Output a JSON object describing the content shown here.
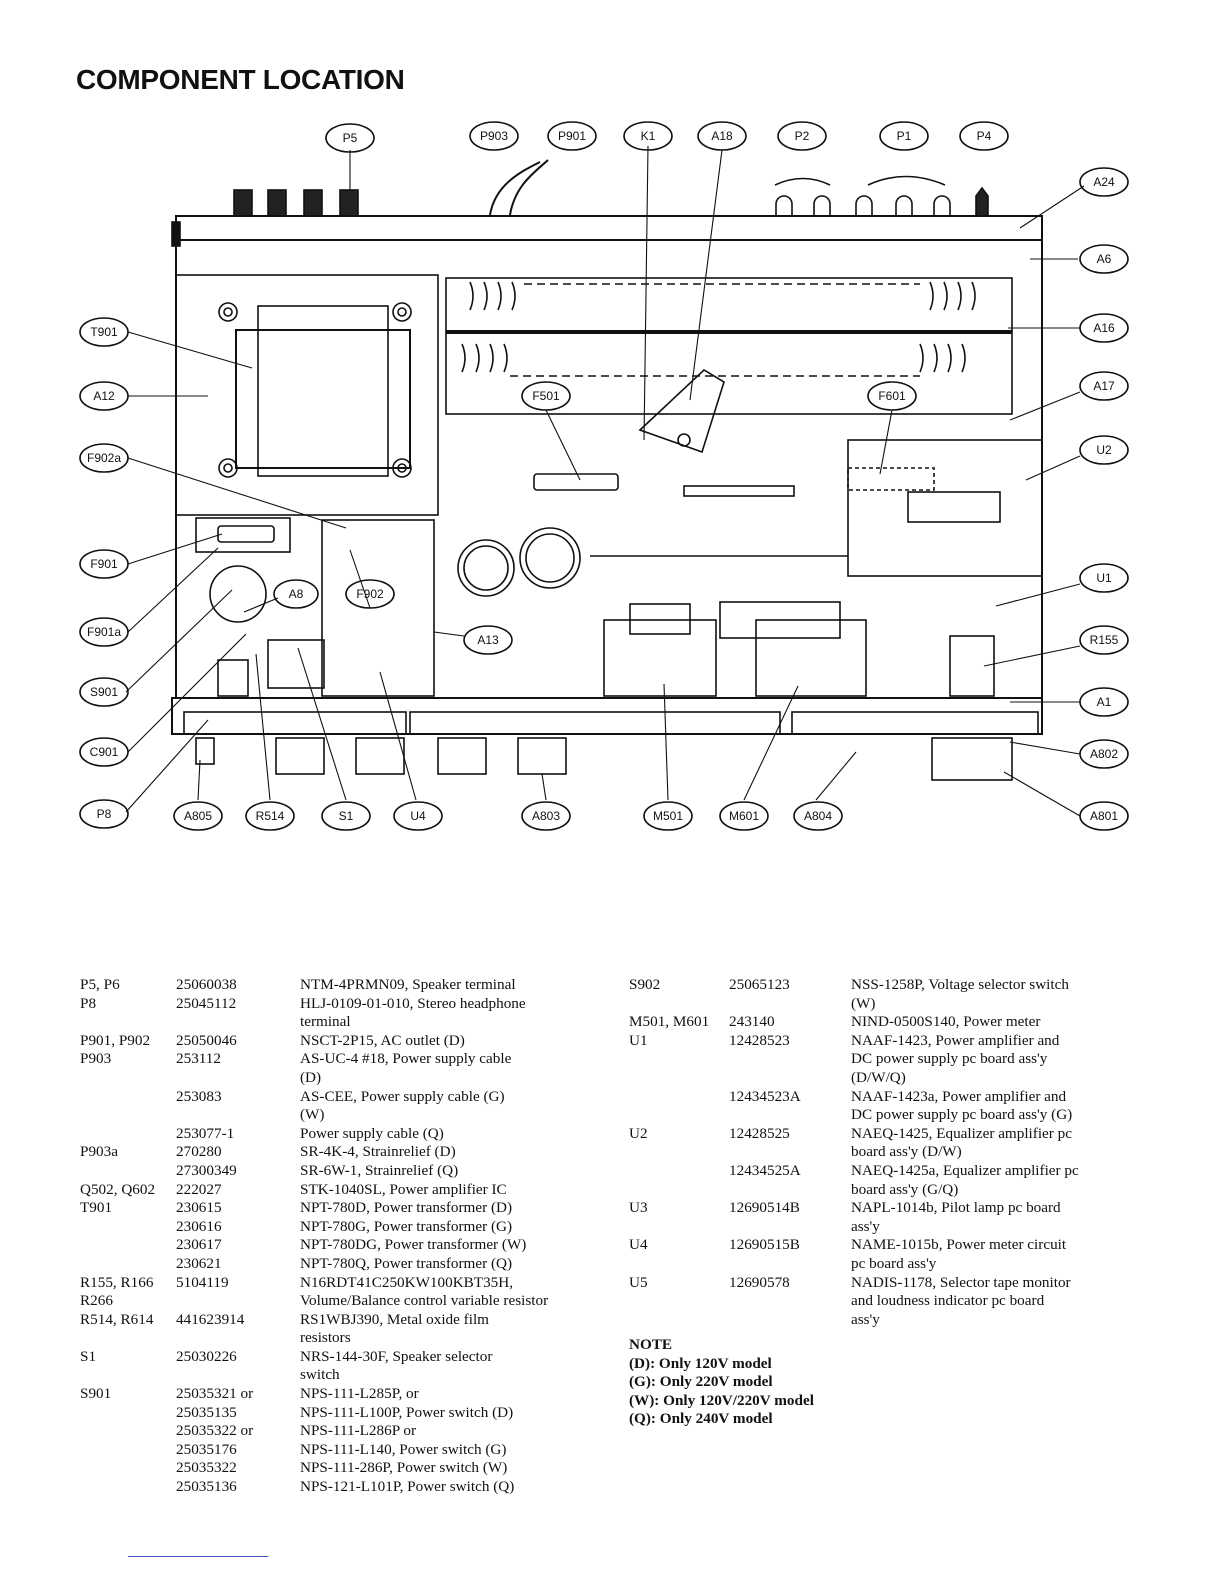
{
  "page_title": "COMPONENT LOCATION",
  "diagram": {
    "callouts": {
      "P5": "P5",
      "P903": "P903",
      "P901": "P901",
      "K1": "K1",
      "A18": "A18",
      "P2": "P2",
      "P1": "P1",
      "P4": "P4",
      "A24": "A24",
      "A6": "A6",
      "A16": "A16",
      "A17": "A17",
      "U2": "U2",
      "U1": "U1",
      "R155": "R155",
      "A1": "A1",
      "A802": "A802",
      "A801": "A801",
      "T901": "T901",
      "A12": "A12",
      "F902a": "F902a",
      "F901": "F901",
      "F901a": "F901a",
      "S901": "S901",
      "C901": "C901",
      "P8": "P8",
      "A805": "A805",
      "R514": "R514",
      "S1": "S1",
      "U4": "U4",
      "A803": "A803",
      "M501": "M501",
      "M601": "M601",
      "A804": "A804",
      "F501": "F501",
      "F601": "F601",
      "A8": "A8",
      "F902": "F902",
      "A13": "A13"
    }
  },
  "parts_left": [
    {
      "ref": "P5, P6",
      "pn": "25060038",
      "desc": [
        "NTM-4PRMN09, Speaker terminal"
      ]
    },
    {
      "ref": "P8",
      "pn": "25045112",
      "desc": [
        "HLJ-0109-01-010, Stereo headphone",
        "terminal"
      ]
    },
    {
      "ref": "P901, P902",
      "pn": "25050046",
      "desc": [
        "NSCT-2P15, AC outlet (D)"
      ]
    },
    {
      "ref": "P903",
      "pn": "253112",
      "desc": [
        "AS-UC-4 #18, Power supply cable",
        "(D)"
      ]
    },
    {
      "ref": "",
      "pn": "253083",
      "desc": [
        "AS-CEE, Power supply cable (G)",
        "(W)"
      ]
    },
    {
      "ref": "",
      "pn": "253077-1",
      "desc": [
        "Power supply cable (Q)"
      ]
    },
    {
      "ref": "P903a",
      "pn": "270280",
      "desc": [
        "SR-4K-4, Strainrelief (D)"
      ]
    },
    {
      "ref": "",
      "pn": "27300349",
      "desc": [
        "SR-6W-1, Strainrelief  (Q)"
      ]
    },
    {
      "ref": "Q502, Q602",
      "pn": "222027",
      "desc": [
        "STK-1040SL, Power amplifier IC"
      ]
    },
    {
      "ref": "T901",
      "pn": "230615",
      "desc": [
        "NPT-780D, Power transformer (D)"
      ]
    },
    {
      "ref": "",
      "pn": "230616",
      "desc": [
        "NPT-780G, Power transformer (G)"
      ]
    },
    {
      "ref": "",
      "pn": "230617",
      "desc": [
        "NPT-780DG, Power transformer (W)"
      ]
    },
    {
      "ref": "",
      "pn": "230621",
      "desc": [
        "NPT-780Q, Power transformer (Q)"
      ]
    },
    {
      "ref": "R155, R166",
      "pn": "5104119",
      "desc": [
        "N16RDT41C250KW100KBT35H,"
      ]
    },
    {
      "ref": "R266",
      "pn": "",
      "desc": [
        "Volume/Balance control variable resistor"
      ]
    },
    {
      "ref": "R514, R614",
      "pn": "441623914",
      "desc": [
        "RS1WBJ390, Metal oxide film",
        "resistors"
      ]
    },
    {
      "ref": "S1",
      "pn": "25030226",
      "desc": [
        "NRS-144-30F, Speaker selector",
        "switch"
      ]
    },
    {
      "ref": "S901",
      "pn": "25035321 or",
      "desc": [
        "NPS-111-L285P, or"
      ]
    },
    {
      "ref": "",
      "pn": "25035135",
      "desc": [
        "NPS-111-L100P, Power switch (D)"
      ]
    },
    {
      "ref": "",
      "pn": "25035322 or",
      "desc": [
        "NPS-111-L286P or"
      ]
    },
    {
      "ref": "",
      "pn": "25035176",
      "desc": [
        "NPS-111-L140, Power switch (G)"
      ]
    },
    {
      "ref": "",
      "pn": "25035322",
      "desc": [
        "NPS-111-286P, Power switch (W)"
      ]
    },
    {
      "ref": "",
      "pn": "25035136",
      "desc": [
        "NPS-121-L101P, Power switch (Q)"
      ]
    }
  ],
  "parts_right": [
    {
      "ref": "S902",
      "pn": "25065123",
      "desc": [
        "NSS-1258P, Voltage selector switch",
        "(W)"
      ]
    },
    {
      "ref": "M501, M601",
      "pn": "243140",
      "desc": [
        "NIND-0500S140, Power meter"
      ]
    },
    {
      "ref": "U1",
      "pn": "12428523",
      "desc": [
        "NAAF-1423, Power amplifier and",
        "DC power supply pc board ass'y",
        "(D/W/Q)"
      ]
    },
    {
      "ref": "",
      "pn": "12434523A",
      "desc": [
        "NAAF-1423a, Power amplifier and",
        "DC power supply pc board ass'y (G)"
      ]
    },
    {
      "ref": "U2",
      "pn": "12428525",
      "desc": [
        "NAEQ-1425, Equalizer amplifier pc",
        "board ass'y (D/W)"
      ]
    },
    {
      "ref": "",
      "pn": "12434525A",
      "desc": [
        "NAEQ-1425a, Equalizer amplifier pc",
        "board ass'y (G/Q)"
      ]
    },
    {
      "ref": "U3",
      "pn": "12690514B",
      "desc": [
        "NAPL-1014b, Pilot lamp pc board",
        "ass'y"
      ]
    },
    {
      "ref": "U4",
      "pn": "12690515B",
      "desc": [
        "NAME-1015b, Power meter circuit",
        "pc board ass'y"
      ]
    },
    {
      "ref": "U5",
      "pn": "12690578",
      "desc": [
        "NADIS-1178, Selector tape monitor",
        "and loudness indicator pc board",
        "ass'y"
      ]
    }
  ],
  "note": {
    "heading": "NOTE",
    "lines": [
      "(D): Only 120V model",
      "(G): Only 220V model",
      "(W): Only 120V/220V model",
      "(Q): Only 240V model"
    ]
  }
}
